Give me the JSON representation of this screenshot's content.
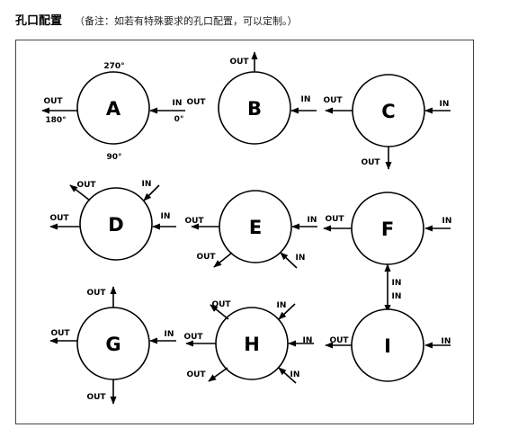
{
  "header": {
    "title": "孔口配置",
    "note": "（备注：如若有特殊要求的孔口配置，可以定制。）"
  },
  "labels": {
    "out": "OUT",
    "in": "IN",
    "angle_270": "270°",
    "angle_180": "180°",
    "angle_90": "90°",
    "angle_0": "0°"
  },
  "configs": {
    "a": "A",
    "b": "B",
    "c": "C",
    "d": "D",
    "e": "E",
    "f": "F",
    "g": "G",
    "h": "H",
    "i": "I"
  }
}
